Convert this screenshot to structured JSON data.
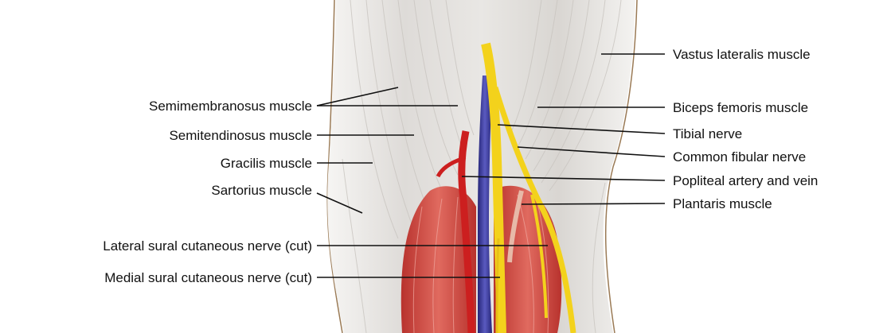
{
  "labels_left": [
    "Semimembranosus muscle",
    "Semitendinosus muscle",
    "Gracilis muscle",
    "Sartorius muscle",
    "Lateral sural cutaneous nerve (cut)",
    "Medial sural cutaneous nerve (cut)"
  ],
  "labels_right": [
    "Vastus lateralis muscle",
    "Biceps femoris muscle",
    "Tibial nerve",
    "Common fibular nerve",
    "Popliteal artery and vein",
    "Plantaris muscle"
  ],
  "colors": {
    "muscle_fascia": "#e6e4e2",
    "muscle_red": "#d2473f",
    "nerve_yellow": "#f3d21c",
    "vein_blue": "#3a3a9a",
    "artery_red": "#cc1f1f",
    "skin_outline": "#9a7a55"
  }
}
